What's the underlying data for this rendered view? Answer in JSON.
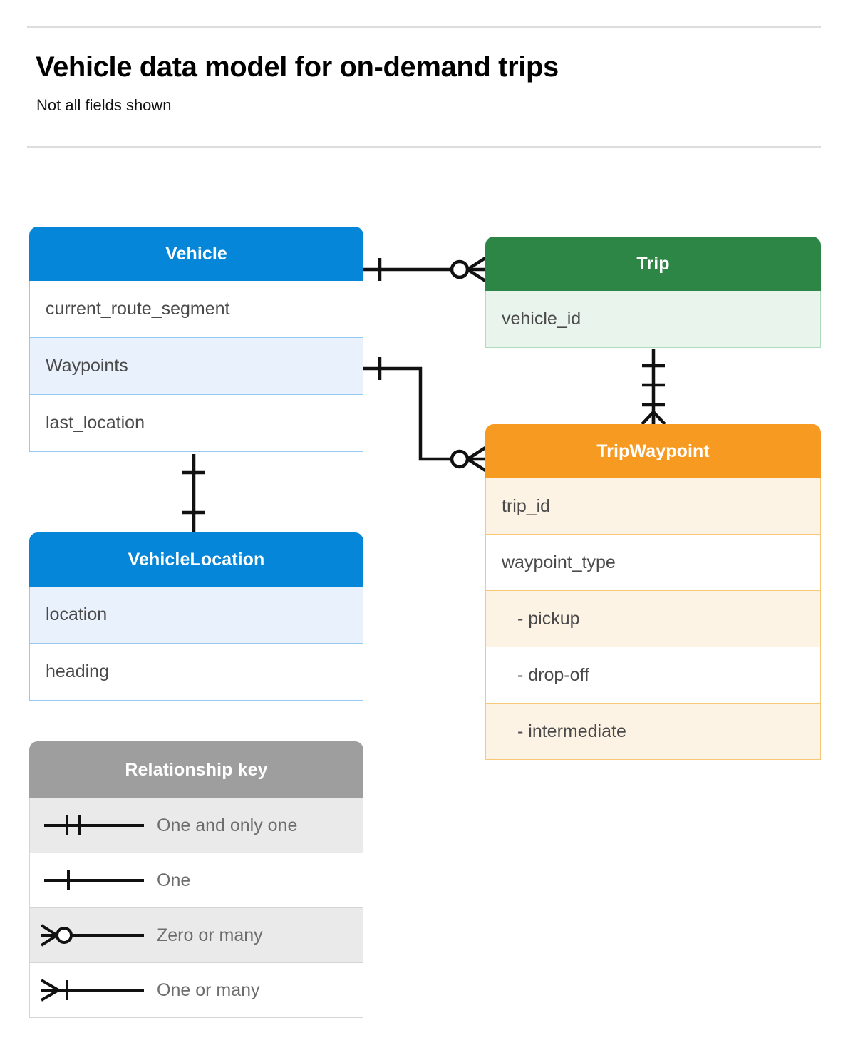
{
  "header": {
    "title": "Vehicle data model for on-demand trips",
    "subtitle": "Not all fields shown"
  },
  "entities": [
    {
      "id": "vehicle",
      "name": "Vehicle",
      "color": "#0586d8",
      "fields": [
        "current_route_segment",
        "Waypoints",
        "last_location"
      ]
    },
    {
      "id": "trip",
      "name": "Trip",
      "color": "#2e8646",
      "fields": [
        "vehicle_id"
      ]
    },
    {
      "id": "tripwaypoint",
      "name": "TripWaypoint",
      "color": "#f79a21",
      "fields": [
        "trip_id",
        "waypoint_type",
        "-  pickup",
        "-  drop-off",
        "-  intermediate"
      ]
    },
    {
      "id": "vehiclelocation",
      "name": "VehicleLocation",
      "color": "#0586d8",
      "fields": [
        "location",
        "heading"
      ]
    }
  ],
  "legend": {
    "title": "Relationship key",
    "header_color": "#9e9e9e",
    "items": [
      {
        "symbol": "one-and-only-one",
        "label": "One and only one"
      },
      {
        "symbol": "one",
        "label": "One"
      },
      {
        "symbol": "zero-or-many",
        "label": "Zero or many"
      },
      {
        "symbol": "one-or-many",
        "label": "One or many"
      }
    ]
  },
  "relationships": [
    {
      "from": "Vehicle",
      "from_cardinality": "One",
      "to": "Trip",
      "to_cardinality": "Zero or many"
    },
    {
      "from": "Vehicle.Waypoints",
      "from_cardinality": "One",
      "to": "TripWaypoint",
      "to_cardinality": "Zero or many"
    },
    {
      "from": "Trip",
      "from_cardinality": "One and only one",
      "to": "TripWaypoint",
      "to_cardinality": "One or many"
    },
    {
      "from": "Vehicle",
      "from_cardinality": "One",
      "to": "VehicleLocation",
      "to_cardinality": "One"
    }
  ]
}
